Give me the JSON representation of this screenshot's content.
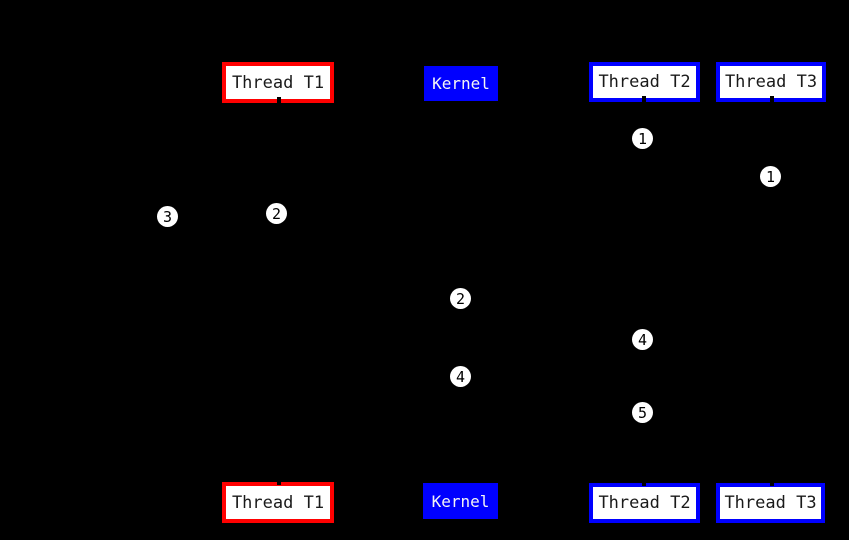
{
  "diagram": {
    "type": "thread-kernel-scheduling-sequence",
    "background_color": "#000000",
    "colors": {
      "thread_t1_border": "#ff0000",
      "thread_t2_border": "#0000ff",
      "thread_t3_border": "#0000ff",
      "kernel_fill": "#0000ff",
      "node_fill": "#ffffff",
      "node_text": "#1a1a1a",
      "kernel_text": "#f5f5f5",
      "marker_fill": "#ffffff",
      "marker_text": "#000000"
    },
    "top_row": {
      "thread_t1": "Thread T1",
      "kernel": "Kernel",
      "thread_t2": "Thread T2",
      "thread_t3": "Thread T3"
    },
    "bottom_row": {
      "thread_t1": "Thread T1",
      "kernel": "Kernel",
      "thread_t2": "Thread T2",
      "thread_t3": "Thread T3"
    },
    "markers": [
      {
        "label": "1",
        "lane": "thread-t2"
      },
      {
        "label": "1",
        "lane": "thread-t3"
      },
      {
        "label": "2",
        "lane": "thread-t1"
      },
      {
        "label": "3",
        "lane": "left-of-thread-t1"
      },
      {
        "label": "2",
        "lane": "kernel"
      },
      {
        "label": "4",
        "lane": "thread-t2"
      },
      {
        "label": "4",
        "lane": "kernel"
      },
      {
        "label": "5",
        "lane": "thread-t2"
      }
    ]
  }
}
